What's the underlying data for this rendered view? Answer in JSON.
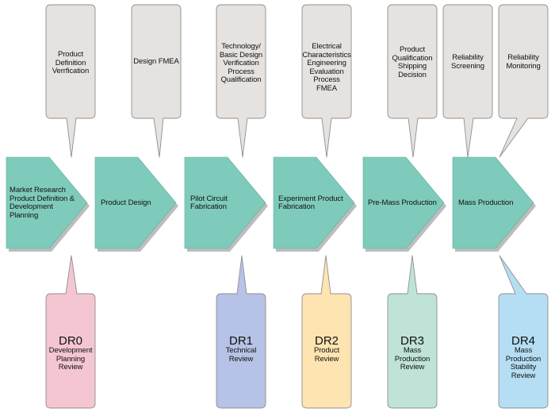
{
  "colors": {
    "stage_fill": "#7ecbbb",
    "stage_shadow": "#bdbdbd",
    "top_callout_fill": "#e6e2df",
    "dr0_fill": "#f4c6d1",
    "dr1_fill": "#b6c3e6",
    "dr2_fill": "#fde4b0",
    "dr3_fill": "#bfe3d6",
    "dr4_fill": "#b5def4"
  },
  "stages": [
    {
      "label": "Market Research\nProduct Definition &\nDevelopment\nPlanning"
    },
    {
      "label": "Product Design"
    },
    {
      "label": "Pilot Circuit\nFabrication"
    },
    {
      "label": "Experiment Product\nFabrication"
    },
    {
      "label": "Pre-Mass Production"
    },
    {
      "label": "Mass Production"
    }
  ],
  "top_callouts": [
    {
      "label": "Product\nDefinition\nVerrfication"
    },
    {
      "label": "Design FMEA"
    },
    {
      "label": "Technology/\nBasic Design\nVerification\nProcess\nQualification"
    },
    {
      "label": "Electrical\nCharacteristics\nEngineering\nEvaluation\nProcess FMEA"
    },
    {
      "label": "Product\nQualification\nShipping\nDecision"
    },
    {
      "label": "Reliability\nScreening"
    },
    {
      "label": "Reliability\nMonitoring"
    }
  ],
  "design_reviews": [
    {
      "code": "DR0",
      "label": "Development\nPlanning\nReview"
    },
    {
      "code": "DR1",
      "label": "Technical\nReview"
    },
    {
      "code": "DR2",
      "label": "Product\nReview"
    },
    {
      "code": "DR3",
      "label": "Mass\nProduction\nReview"
    },
    {
      "code": "DR4",
      "label": "Mass\nProduction\nStability\nReview"
    }
  ]
}
